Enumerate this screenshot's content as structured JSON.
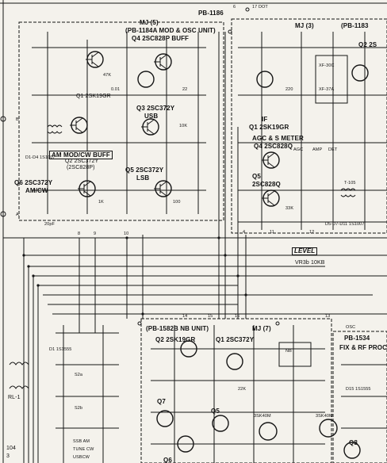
{
  "labels": {
    "pb_1186": "PB-1186",
    "mj5": "MJ (5)",
    "pb1184a": "(PB-1184A MOD & OSC UNIT)",
    "q4": "Q4 2SC828P  BUFF",
    "q1_2sk19gr": "Q1 2SK19GR",
    "q3": "Q3 2SC372Y",
    "usb": "USB",
    "q2_title": "AM MOD/CW BUFF",
    "q2_part": "Q2 2SC372Y",
    "q2_alt": "(2SC828P)",
    "q5": "Q5  2SC372Y",
    "lsb": "LSB",
    "q6": "Q6 2SC372Y",
    "amcw": "AM/CW",
    "mj3": "MJ (3)",
    "pb1183": "(PB-1183",
    "q2_right": "Q2  2S",
    "if_label": "IF",
    "q1_if": "Q1 2SK19GR",
    "agc_title": "AGC & S METER",
    "q4_agc": "Q4  2SC828Q",
    "q5_agc": "Q5",
    "q5_agc_part": "2SC828Q",
    "level": "LEVEL",
    "vr3": "VR3b 10KB",
    "pb1582b": "(PB-1582B  NB UNIT)",
    "mj7": "MJ (7)",
    "q2_nb": "Q2  2SK19GR",
    "q1_nb": "Q1  2SC372Y",
    "pb1534": "PB-1534",
    "fix_rf": "FIX & RF PROC",
    "q7": "Q7",
    "q6_nb": "Q6",
    "q5_nb": "Q5",
    "q8": "Q8",
    "ic_3sk40m_a": "3SK40M",
    "ic_3sk40m_b": "3SK40M",
    "rl1": "RL-1",
    "num_104": "104",
    "num_3": "3",
    "s2a": "S2a",
    "s2b": "S2b",
    "ssb_am": "SSB  AM",
    "tune_cw": "TUNE  CW",
    "usb_lsb": "USBCW",
    "d_is1555": "D1 1S1555",
    "d_is1555_b": "D15 1S1555",
    "d_is1007": "D1-D4 1S1007",
    "ds_is1007": "D5-D7-D11 1S1007",
    "t_top": "17 DOT",
    "t_mj": "6",
    "cd_20pf": "20pF",
    "cd_10": "0.01",
    "cd_22": "22",
    "res_47k": "47K",
    "res_10k": "10K",
    "res_1k": "1K",
    "res_100": "100",
    "res_220": "220",
    "res_33k": "33K",
    "res_22k": "22K",
    "xtal": "XF-30C",
    "xtal_b": "XF-37A",
    "osc": "OSC",
    "nb": "NB",
    "agc": "AGC",
    "amp": "AMP",
    "det": "DET",
    "num_t105": "T-105",
    "ref_8": "8",
    "ref_9": "9",
    "ref_10": "10",
    "ref_4": "4",
    "ref_11": "11",
    "ref_12": "12",
    "ref_13": "13",
    "ref_14": "14",
    "ref_15": "15",
    "ref_16": "16",
    "ref_a": "A",
    "ref_b": "B"
  }
}
